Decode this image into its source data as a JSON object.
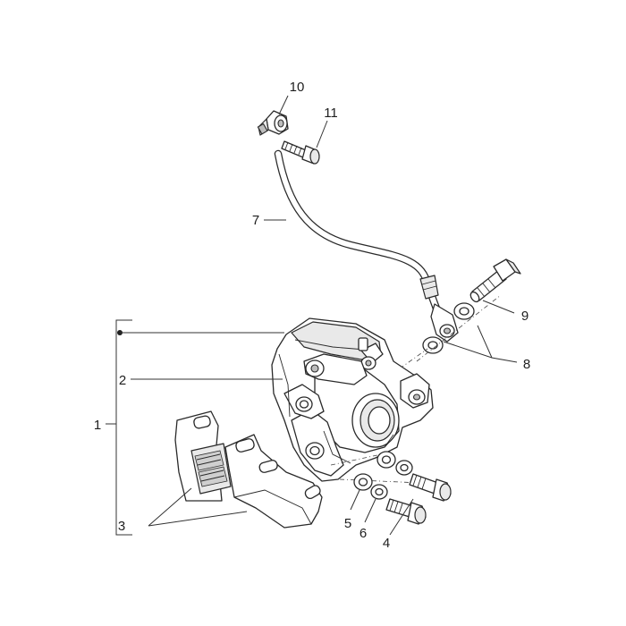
{
  "diagram": {
    "callouts": {
      "c1": "1",
      "c2": "2",
      "c3": "3",
      "c4": "4",
      "c5": "5",
      "c6": "6",
      "c7": "7",
      "c8": "8",
      "c9": "9",
      "c10": "10",
      "c11": "11"
    },
    "colors": {
      "line": "#2a2a2a",
      "fill": "#ffffff",
      "shade": "#e9e9e9",
      "background": "#ffffff"
    }
  }
}
